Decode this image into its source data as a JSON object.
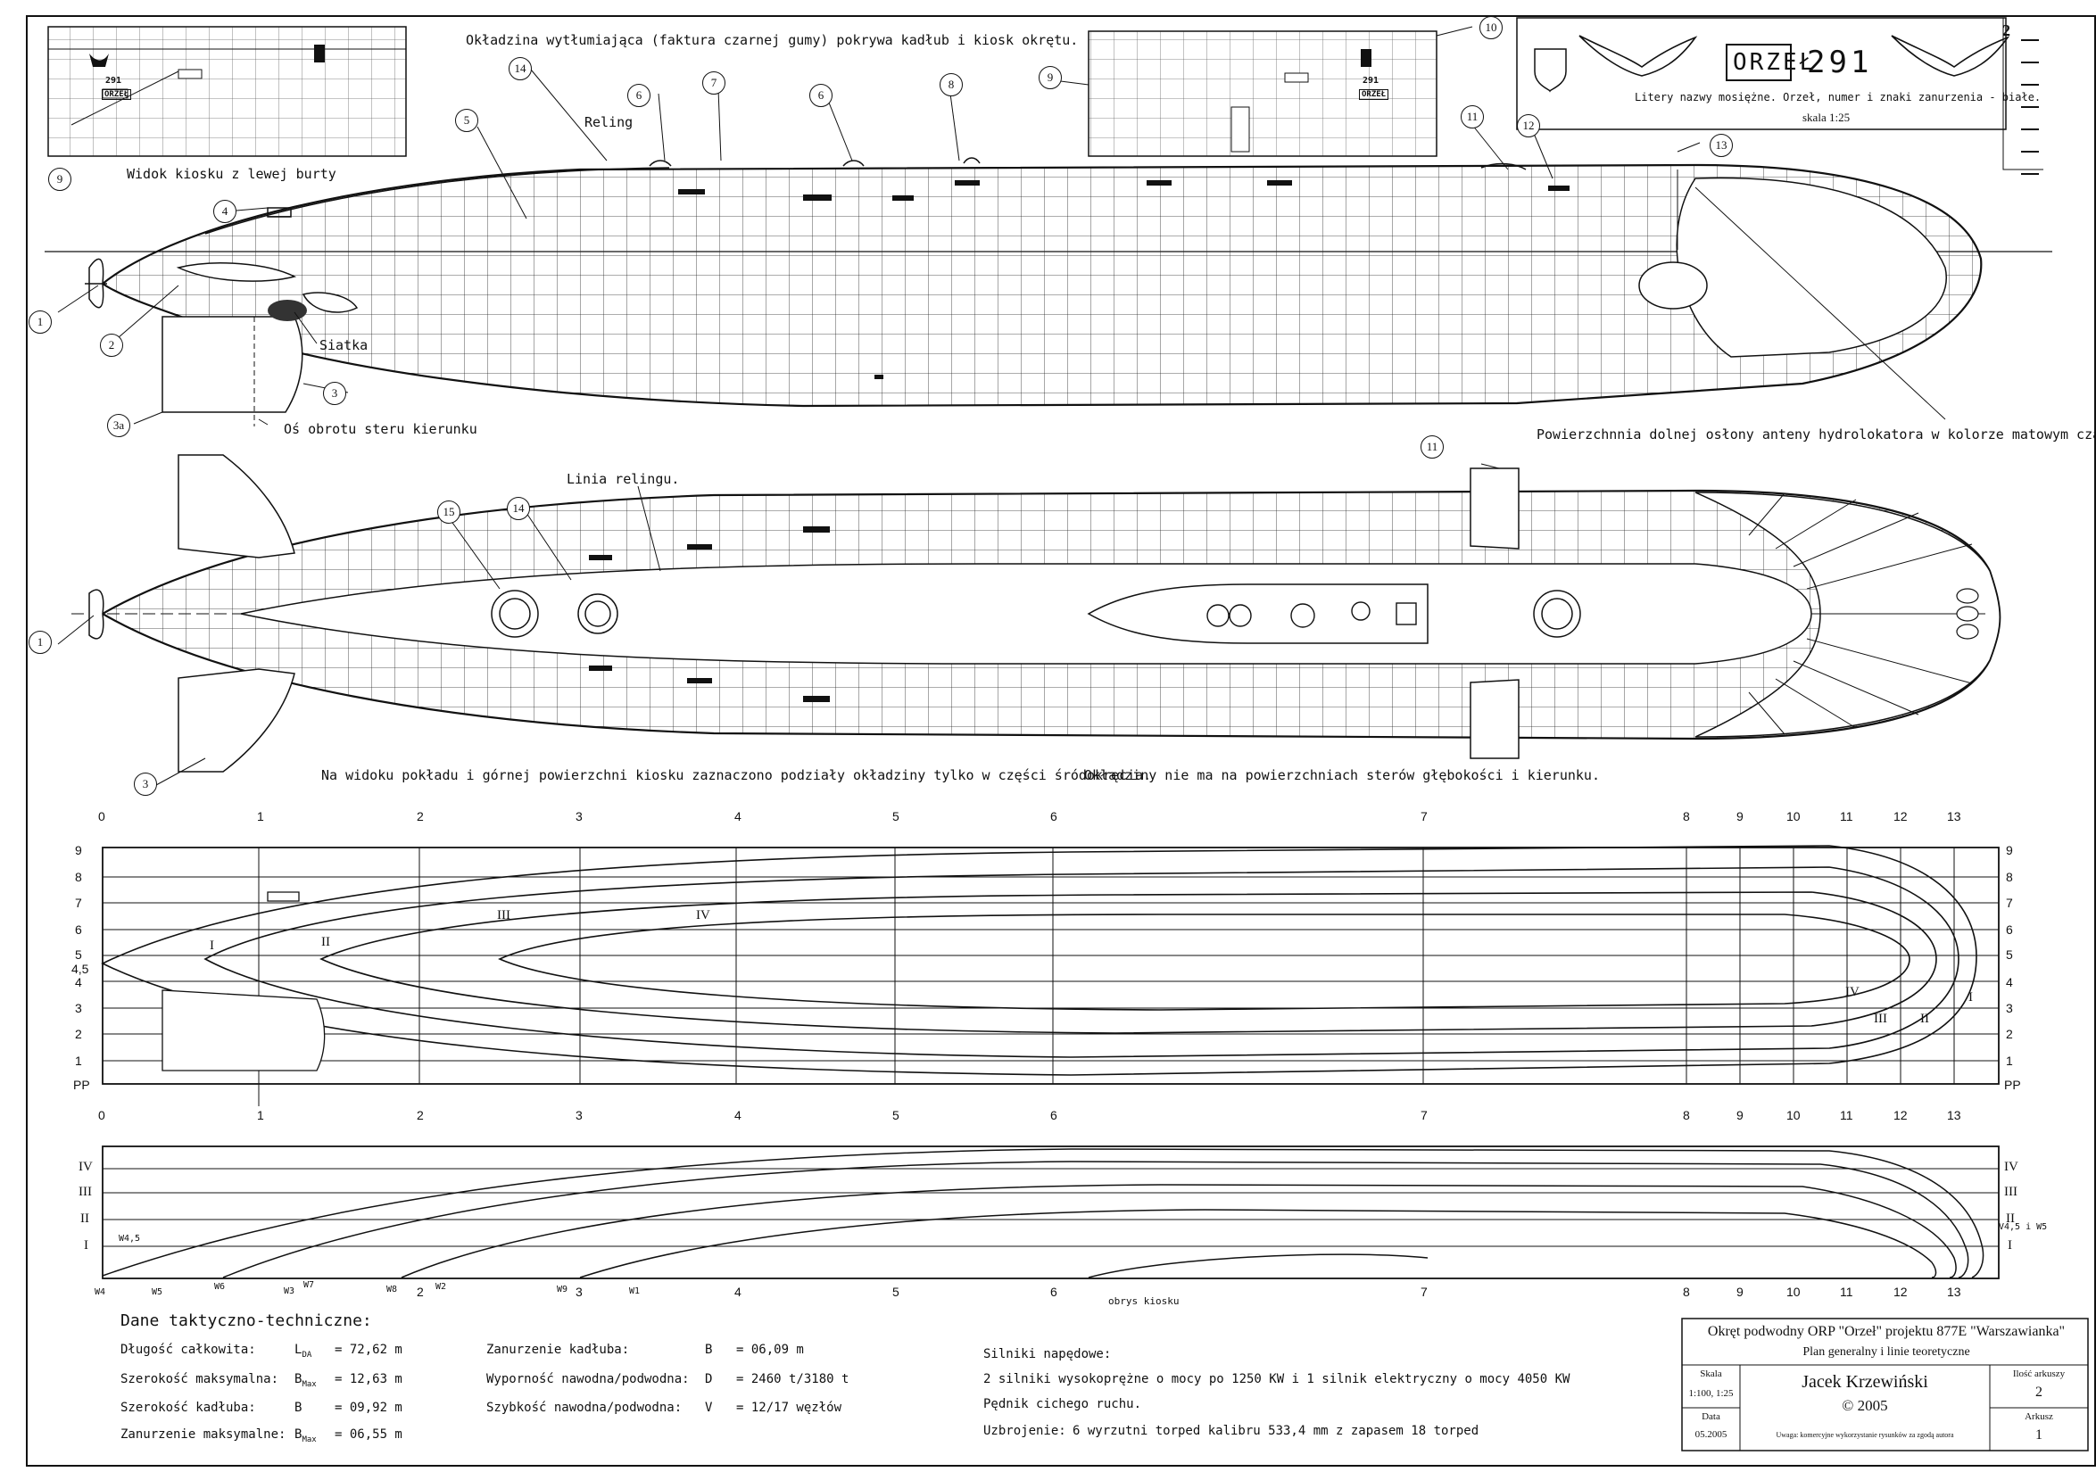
{
  "top_note": "Okładzina wytłumiająca (faktura czarnej gumy) pokrywa kadłub i kiosk okrętu.",
  "emblem": {
    "name": "ORZEŁ",
    "number": "291",
    "note": "Litery nazwy mosiężne.  Orzeł, numer i znaki zanurzenia - białe.",
    "scale": "skala 1:25",
    "kiosk_plate": "ORZEŁ",
    "kiosk_number": "291"
  },
  "draft_marks_label": "2",
  "labels": {
    "kiosk_view": "Widok kiosku z lewej burty",
    "reling": "Reling",
    "siatka": "Siatka",
    "rudder_axis": "Oś obrotu steru kierunku",
    "sonar_note": "Powierzchnnia dolnej osłony anteny hydrolokatora w kolorze matowym czarnym.",
    "rail_line": "Linia relingu.",
    "deck_note": "Na widoku pokładu i górnej powierzchni kiosku zaznaczono podziały okładziny tylko w części śródokręcia.",
    "fins_note": "Okładziny nie ma na powierzchniach sterów głębokości i kierunku.",
    "kiosk_outline": "obrys kiosku"
  },
  "callouts": [
    "1",
    "2",
    "3",
    "3a",
    "4",
    "5",
    "6",
    "7",
    "8",
    "9",
    "10",
    "11",
    "12",
    "13",
    "14",
    "15"
  ],
  "stations": [
    "0",
    "1",
    "2",
    "3",
    "4",
    "5",
    "6",
    "7",
    "8",
    "9",
    "10",
    "11",
    "12",
    "13"
  ],
  "waterlines": [
    "PP",
    "1",
    "2",
    "3",
    "4",
    "4,5",
    "5",
    "6",
    "7",
    "8",
    "9"
  ],
  "buttocks": [
    "IV",
    "III",
    "II",
    "I"
  ],
  "hull_curves": [
    "I",
    "II",
    "III",
    "IV"
  ],
  "bottom_curves": [
    "W4,5",
    "W4",
    "W5",
    "W6",
    "W1",
    "W3",
    "W7",
    "W8",
    "W2",
    "W9",
    "V4,5 i W5"
  ],
  "specs": {
    "heading": "Dane taktyczno-techniczne:",
    "rows": [
      {
        "label": "Długość całkowita:",
        "sym": "L",
        "sub": "DA",
        "val": "= 72,62 m"
      },
      {
        "label": "Szerokość maksymalna:",
        "sym": "B",
        "sub": "Max",
        "val": "= 12,63 m"
      },
      {
        "label": "Szerokość kadłuba:",
        "sym": "B",
        "sub": "",
        "val": "= 09,92 m"
      },
      {
        "label": "Zanurzenie maksymalne:",
        "sym": "B",
        "sub": "Max",
        "val": "= 06,55 m"
      }
    ],
    "rows2": [
      {
        "label": "Zanurzenie kadłuba:",
        "sym": "B",
        "val": "= 06,09 m"
      },
      {
        "label": "Wyporność nawodna/podwodna:",
        "sym": "D",
        "val": "= 2460 t/3180 t"
      },
      {
        "label": "Szybkość nawodna/podwodna:",
        "sym": "V",
        "val": "= 12/17 węzłów"
      }
    ],
    "engines_h": "Silniki napędowe:",
    "engines": "2 silniki wysokoprężne o mocy po 1250 KW i 1 silnik elektryczny o mocy 4050 KW",
    "quiet": "Pędnik cichego ruchu.",
    "arm_h": "Uzbrojenie:",
    "arm": "6 wyrzutni torped kalibru 533,4 mm z zapasem 18 torped"
  },
  "title_block": {
    "title": "Okręt podwodny ORP \"Orzeł\" projektu 877E  \"Warszawianka\"",
    "subtitle": "Plan generalny i linie teoretyczne",
    "scale_h": "Skala",
    "scale": "1:100, 1:25",
    "date_h": "Data",
    "date": "05.2005",
    "author": "Jacek Krzewiński",
    "copyright": "© 2005",
    "note": "Uwaga: komercyjne wykorzystanie rysunków za zgodą autora",
    "sheets_h": "Ilość arkuszy",
    "sheets": "2",
    "sheet_h": "Arkusz",
    "sheet": "1"
  }
}
